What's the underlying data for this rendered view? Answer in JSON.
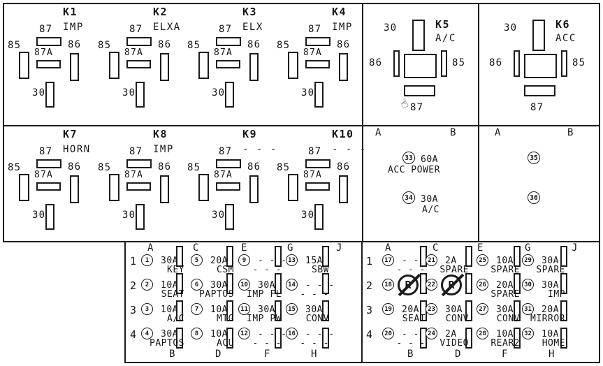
{
  "colors": {
    "line": "#1c1c1c",
    "background": "#ffffff",
    "text": "#161616"
  },
  "pin_labels": {
    "p87": "87",
    "p87a": "87A",
    "p85": "85",
    "p86": "86",
    "p30": "30"
  },
  "standard_relays": [
    {
      "id": "K1",
      "function": "IMP"
    },
    {
      "id": "K2",
      "function": "ELXA"
    },
    {
      "id": "K3",
      "function": "ELX"
    },
    {
      "id": "K4",
      "function": "IMP"
    },
    {
      "id": "K7",
      "function": "HORN"
    },
    {
      "id": "K8",
      "function": "IMP"
    },
    {
      "id": "K9",
      "function": "- - -"
    },
    {
      "id": "K10",
      "function": "- - -"
    }
  ],
  "mini_relays": [
    {
      "id": "K5",
      "function": "A/C"
    },
    {
      "id": "K6",
      "function": "ACC"
    }
  ],
  "cursor": {
    "glyph": "☝"
  },
  "no_relay_icon": {
    "letter": "R"
  },
  "mid_panels": [
    {
      "header_left": "A",
      "header_right": "B",
      "fuses": [
        {
          "num": "33",
          "amp": "60A",
          "label": "ACC POWER"
        },
        {
          "num": "34",
          "amp": "30A",
          "label": "A/C"
        }
      ]
    },
    {
      "header_left": "A",
      "header_right": "B",
      "fuses": [
        {
          "num": "35",
          "amp": "",
          "label": ""
        },
        {
          "num": "36",
          "amp": "",
          "label": ""
        }
      ]
    }
  ],
  "fuse_tables": [
    {
      "row_labels": [
        "1",
        "2",
        "3",
        "4"
      ],
      "top_headers": [
        "A",
        "C",
        "E",
        "G",
        "J"
      ],
      "bottom_headers": [
        "B",
        "D",
        "F",
        "H"
      ],
      "columns": [
        {
          "fuses": [
            {
              "num": "1",
              "amp": "30A",
              "label": "KEY"
            },
            {
              "num": "2",
              "amp": "10A",
              "label": "SEAT"
            },
            {
              "num": "3",
              "amp": "10A",
              "label": "A/C"
            },
            {
              "num": "4",
              "amp": "30A",
              "label": "PAPTOS"
            }
          ]
        },
        {
          "fuses": [
            {
              "num": "5",
              "amp": "20A",
              "label": "CSM"
            },
            {
              "num": "6",
              "amp": "30A",
              "label": "PAPTOS"
            },
            {
              "num": "7",
              "amp": "10A",
              "label": "MTG"
            },
            {
              "num": "8",
              "amp": "10A",
              "label": "ACU"
            }
          ]
        },
        {
          "fuses": [
            {
              "num": "9",
              "amp": "- - -",
              "label": "- - -"
            },
            {
              "num": "10",
              "amp": "30A",
              "label": "IMP FL"
            },
            {
              "num": "11",
              "amp": "30A",
              "label": "IMP PW"
            },
            {
              "num": "12",
              "amp": "- - -",
              "label": "- - -"
            }
          ]
        },
        {
          "fuses": [
            {
              "num": "13",
              "amp": "15A",
              "label": "SBW"
            },
            {
              "num": "14",
              "amp": "- - -",
              "label": "- - -"
            },
            {
              "num": "15",
              "amp": "30A",
              "label": "CONV"
            },
            {
              "num": "16",
              "amp": "- - -",
              "label": "- - -"
            }
          ]
        }
      ]
    },
    {
      "row_labels": [
        "1",
        "2",
        "3",
        "4"
      ],
      "top_headers": [
        "A",
        "C",
        "E",
        "G",
        "J"
      ],
      "bottom_headers": [
        "B",
        "D",
        "F",
        "H"
      ],
      "columns": [
        {
          "fuses": [
            {
              "num": "17",
              "amp": "- - -",
              "label": "- - -"
            },
            {
              "num": "18",
              "icon": "relay-crossed"
            },
            {
              "num": "19",
              "amp": "20A",
              "label": "SEAT"
            },
            {
              "num": "20",
              "amp": "- - -",
              "label": "- - -"
            }
          ]
        },
        {
          "fuses": [
            {
              "num": "21",
              "amp": "2A",
              "label": "SPARE"
            },
            {
              "num": "22",
              "icon": "relay-crossed"
            },
            {
              "num": "23",
              "amp": "30A",
              "label": "CONV"
            },
            {
              "num": "24",
              "amp": "2A",
              "label": "VIDEO"
            }
          ]
        },
        {
          "fuses": [
            {
              "num": "25",
              "amp": "10A",
              "label": "SPARE"
            },
            {
              "num": "26",
              "amp": "20A",
              "label": "SPARE"
            },
            {
              "num": "27",
              "amp": "30A",
              "label": "CONV"
            },
            {
              "num": "28",
              "amp": "10A",
              "label": "REAR2"
            }
          ]
        },
        {
          "fuses": [
            {
              "num": "29",
              "amp": "30A",
              "label": "SPARE"
            },
            {
              "num": "30",
              "amp": "30A",
              "label": "IMP"
            },
            {
              "num": "31",
              "amp": "20A",
              "label": "MIRROR"
            },
            {
              "num": "32",
              "amp": "10A",
              "label": "HOME"
            }
          ]
        }
      ]
    }
  ]
}
